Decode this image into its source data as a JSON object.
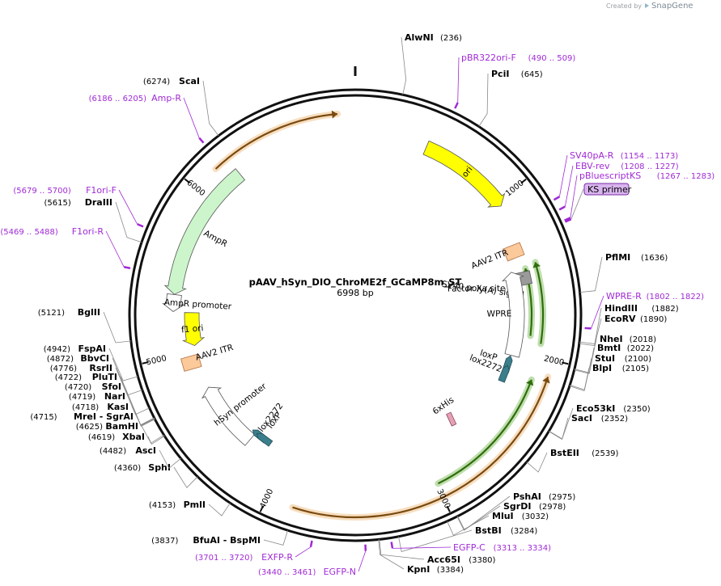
{
  "plasmid": {
    "name": "pAAV_hSyn_DIO_ChroME2f_GCaMP8m_ST",
    "length_label": "6998 bp",
    "length": 6998
  },
  "branding": {
    "created_by": "Created by",
    "product": "SnapGene"
  },
  "ticks": [
    {
      "pos": 1000,
      "label": "1000"
    },
    {
      "pos": 2000,
      "label": "2000"
    },
    {
      "pos": 3000,
      "label": "3000"
    },
    {
      "pos": 4000,
      "label": "4000"
    },
    {
      "pos": 5000,
      "label": "5000"
    },
    {
      "pos": 6000,
      "label": "6000"
    }
  ],
  "features": [
    {
      "name": "ori",
      "start": 445,
      "end": 1033,
      "strand": "forward",
      "type": "ori",
      "color": "#ffff00"
    },
    {
      "name": "AmpR",
      "start": 5376,
      "end": 6236,
      "strand": "reverse",
      "type": "cds",
      "color": "#ccf5cc"
    },
    {
      "name": "AmpR promoter",
      "start": 5271,
      "end": 5375,
      "strand": "reverse",
      "type": "promoter",
      "color": "#ffffff"
    },
    {
      "name": "f1 ori",
      "start": 5040,
      "end": 5266,
      "strand": "reverse",
      "type": "ori",
      "color": "#ffff00"
    },
    {
      "name": "AAV2 ITR",
      "start": 4900,
      "end": 4980,
      "strand": "none",
      "type": "repeat",
      "color": "#fcc99a"
    },
    {
      "name": "hSyn promoter",
      "start": 4280,
      "end": 4740,
      "strand": "forward",
      "type": "promoter",
      "color": "#ffffff"
    },
    {
      "name": "lox2272",
      "start": 4230,
      "end": 4262,
      "strand": "forward",
      "type": "site",
      "color": "#3b7e8c"
    },
    {
      "name": "loxP",
      "start": 4190,
      "end": 4222,
      "strand": "forward",
      "type": "site",
      "color": "#3b7e8c"
    },
    {
      "name": "AAV2 ITR",
      "start": 1290,
      "end": 1370,
      "strand": "none",
      "type": "repeat",
      "color": "#fcc99a"
    },
    {
      "name": "SV40 poly(A) signal",
      "start": 1450,
      "end": 1570,
      "strand": "none",
      "type": "polyA",
      "color": "#9a9a9a"
    },
    {
      "name": "Factor Xa site",
      "start": 1640,
      "end": 1652,
      "strand": "none",
      "type": "site",
      "color": "#666666"
    },
    {
      "name": "WPRE",
      "start": 1450,
      "end": 2030,
      "strand": "reverse",
      "type": "misc",
      "color": "#ffffff"
    },
    {
      "name": "loxP",
      "start": 2080,
      "end": 2112,
      "strand": "reverse",
      "type": "site",
      "color": "#3b7e8c"
    },
    {
      "name": "lox2272",
      "start": 2150,
      "end": 2182,
      "strand": "reverse",
      "type": "site",
      "color": "#3b7e8c"
    },
    {
      "name": "6xHis",
      "start": 2660,
      "end": 2678,
      "strand": "none",
      "type": "tag",
      "color": "#e8a0b4"
    }
  ],
  "big_arcs": [
    {
      "name": "outer-orange-1",
      "start": 6150,
      "end": 6900,
      "strand": "forward",
      "color": "#e8a048"
    },
    {
      "name": "outer-orange-2",
      "start": 2095,
      "end": 3850,
      "strand": "reverse",
      "color": "#e8a048"
    },
    {
      "name": "green-1",
      "start": 1430,
      "end": 1920,
      "strand": "reverse",
      "color": "#4aa018"
    },
    {
      "name": "green-2",
      "start": 1450,
      "end": 1880,
      "strand": "reverse",
      "color": "#4aa018"
    },
    {
      "name": "green-3",
      "start": 2140,
      "end": 2990,
      "strand": "reverse",
      "color": "#4aa018"
    }
  ],
  "restriction_sites": [
    {
      "name": "AlwNI",
      "pos_label": "(236)",
      "pos": 236
    },
    {
      "name": "PciI",
      "pos_label": "(645)",
      "pos": 645
    },
    {
      "name": "PflMI",
      "pos_label": "(1636)",
      "pos": 1636
    },
    {
      "name": "HindIII",
      "pos_label": "(1882)",
      "pos": 1882
    },
    {
      "name": "EcoRV",
      "pos_label": "(1890)",
      "pos": 1890
    },
    {
      "name": "NheI",
      "pos_label": "(2018)",
      "pos": 2018
    },
    {
      "name": "BmtI",
      "pos_label": "(2022)",
      "pos": 2022
    },
    {
      "name": "StuI",
      "pos_label": "(2100)",
      "pos": 2100
    },
    {
      "name": "BlpI",
      "pos_label": "(2105)",
      "pos": 2105
    },
    {
      "name": "Eco53kI",
      "pos_label": "(2350)",
      "pos": 2350
    },
    {
      "name": "SacI",
      "pos_label": "(2352)",
      "pos": 2352
    },
    {
      "name": "BstEII",
      "pos_label": "(2539)",
      "pos": 2539
    },
    {
      "name": "PshAI",
      "pos_label": "(2975)",
      "pos": 2975
    },
    {
      "name": "SgrDI",
      "pos_label": "(2978)",
      "pos": 2978
    },
    {
      "name": "MluI",
      "pos_label": "(3032)",
      "pos": 3032
    },
    {
      "name": "BstBI",
      "pos_label": "(3284)",
      "pos": 3284
    },
    {
      "name": "Acc65I",
      "pos_label": "(3380)",
      "pos": 3380
    },
    {
      "name": "KpnI",
      "pos_label": "(3384)",
      "pos": 3384
    },
    {
      "name": "BfuAI - BspMI",
      "pos_label": "(3837)",
      "pos": 3837
    },
    {
      "name": "PmlI",
      "pos_label": "(4153)",
      "pos": 4153
    },
    {
      "name": "SphI",
      "pos_label": "(4360)",
      "pos": 4360
    },
    {
      "name": "AscI",
      "pos_label": "(4482)",
      "pos": 4482
    },
    {
      "name": "XbaI",
      "pos_label": "(4619)",
      "pos": 4619
    },
    {
      "name": "BamHI",
      "pos_label": "(4625)",
      "pos": 4625
    },
    {
      "name": "MreI - SgrAI",
      "pos_label": "(4715)",
      "pos": 4715
    },
    {
      "name": "KasI",
      "pos_label": "(4718)",
      "pos": 4718
    },
    {
      "name": "NarI",
      "pos_label": "(4719)",
      "pos": 4719
    },
    {
      "name": "SfoI",
      "pos_label": "(4720)",
      "pos": 4720
    },
    {
      "name": "PluTI",
      "pos_label": "(4722)",
      "pos": 4722
    },
    {
      "name": "RsrII",
      "pos_label": "(4776)",
      "pos": 4776
    },
    {
      "name": "BbvCI",
      "pos_label": "(4872)",
      "pos": 4872
    },
    {
      "name": "FspAI",
      "pos_label": "(4942)",
      "pos": 4942
    },
    {
      "name": "BglII",
      "pos_label": "(5121)",
      "pos": 5121
    },
    {
      "name": "DraIII",
      "pos_label": "(5615)",
      "pos": 5615
    },
    {
      "name": "ScaI",
      "pos_label": "(6274)",
      "pos": 6274
    }
  ],
  "primers": [
    {
      "name": "pBR322ori-F",
      "pos_label": "(490 .. 509)",
      "pos": 500
    },
    {
      "name": "SV40pA-R",
      "pos_label": "(1154 .. 1173)",
      "pos": 1163
    },
    {
      "name": "EBV-rev",
      "pos_label": "(1208 .. 1227)",
      "pos": 1217
    },
    {
      "name": "pBluescriptKS",
      "pos_label": "(1267 .. 1283)",
      "pos": 1275
    },
    {
      "name": "KS primer",
      "pos_label": "",
      "pos": 1283,
      "highlighted": true
    },
    {
      "name": "WPRE-R",
      "pos_label": "(1802 .. 1822)",
      "pos": 1812
    },
    {
      "name": "EGFP-C",
      "pos_label": "(3313 .. 3334)",
      "pos": 3323
    },
    {
      "name": "EGFP-N",
      "pos_label": "(3440 .. 3461)",
      "pos": 3450
    },
    {
      "name": "EXFP-R",
      "pos_label": "(3701 .. 3720)",
      "pos": 3710
    },
    {
      "name": "F1ori-R",
      "pos_label": "(5469 .. 5488)",
      "pos": 5478
    },
    {
      "name": "F1ori-F",
      "pos_label": "(5679 .. 5700)",
      "pos": 5690
    },
    {
      "name": "Amp-R",
      "pos_label": "(6186 .. 6205)",
      "pos": 6195
    }
  ]
}
